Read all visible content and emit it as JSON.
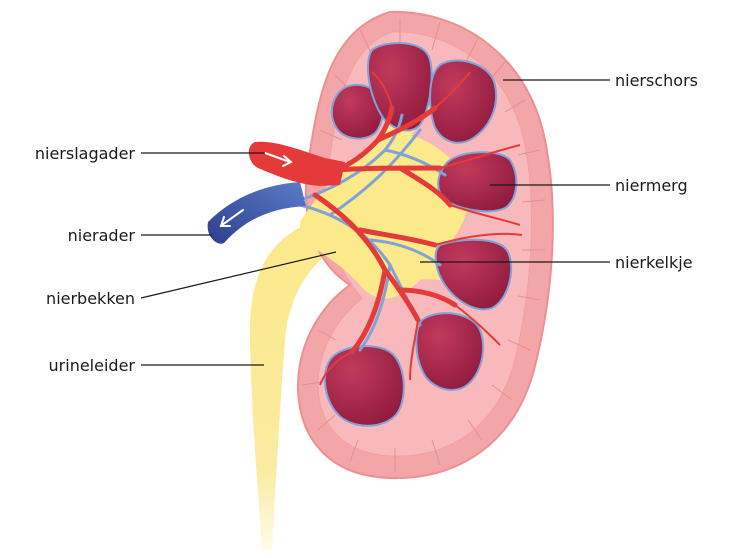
{
  "labels": {
    "nierschors": "nierschors",
    "niermerg": "niermerg",
    "nierkelkje": "nierkelkje",
    "nierslagader": "nierslagader",
    "nierader": "nierader",
    "nierbekken": "nierbekken",
    "urineleider": "urineleider"
  },
  "colors": {
    "cortex": "#f2a6a8",
    "cortex_edge": "#ef8f92",
    "medulla": "#a01d45",
    "artery": "#e53a3a",
    "vein": "#2f4f9c",
    "vein_light": "#7fa3d8",
    "pelvis": "#fbe98a",
    "line": "#1a1a1a"
  },
  "icons": [
    "arrow-in-artery-icon",
    "arrow-out-vein-icon"
  ]
}
